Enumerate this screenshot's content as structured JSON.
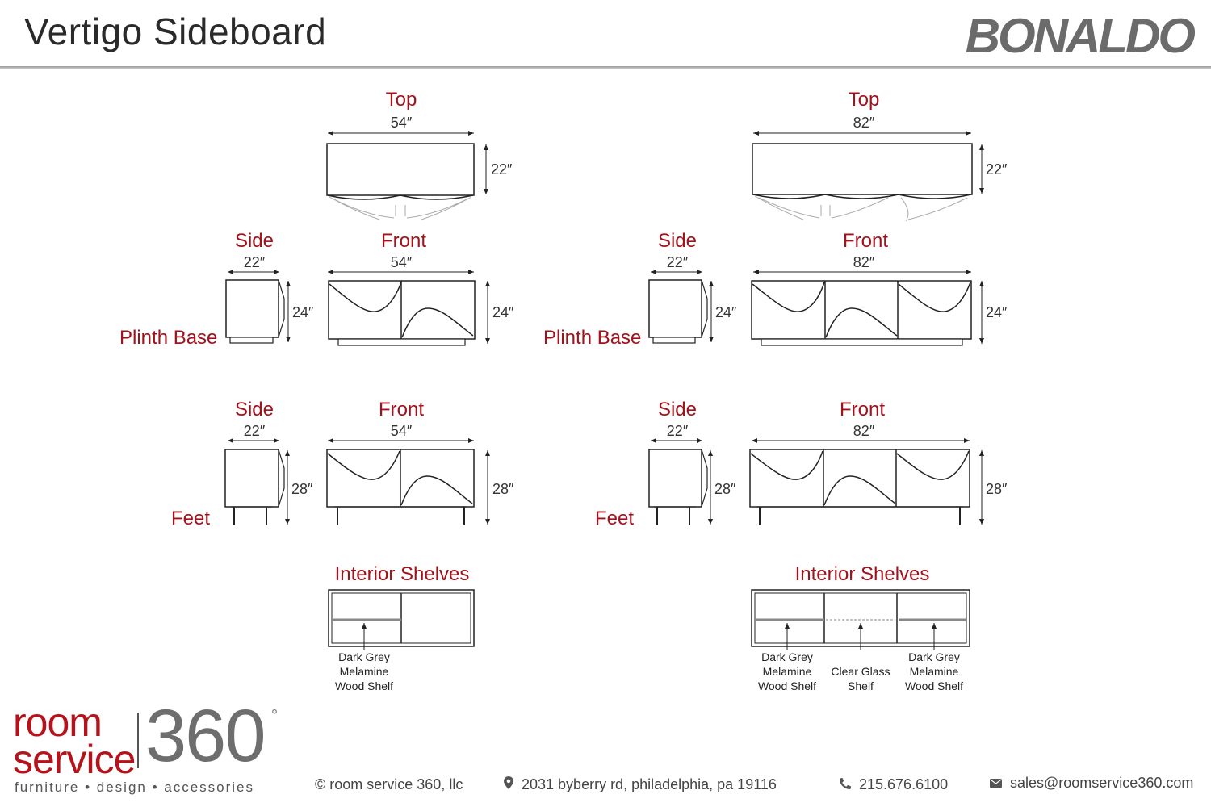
{
  "header": {
    "title": "Vertigo Sideboard",
    "brand": "BONALDO"
  },
  "units": {
    "narrow": {
      "top": {
        "label": "Top",
        "width": "54″",
        "depth": "22″"
      },
      "plinth": {
        "side_label": "Side",
        "side_dim": "22″",
        "side_height": "24″",
        "front_label": "Front",
        "front_dim": "54″",
        "front_height": "24″",
        "base_label": "Plinth Base"
      },
      "feet": {
        "side_label": "Side",
        "side_dim": "22″",
        "side_height": "28″",
        "front_label": "Front",
        "front_dim": "54″",
        "front_height": "28″",
        "base_label": "Feet"
      },
      "interior": {
        "label": "Interior Shelves",
        "notes": [
          [
            "Dark Grey",
            "Melamine",
            "Wood Shelf"
          ]
        ]
      }
    },
    "wide": {
      "top": {
        "label": "Top",
        "width": "82″",
        "depth": "22″"
      },
      "plinth": {
        "side_label": "Side",
        "side_dim": "22″",
        "side_height": "24″",
        "front_label": "Front",
        "front_dim": "82″",
        "front_height": "24″",
        "base_label": "Plinth Base"
      },
      "feet": {
        "side_label": "Side",
        "side_dim": "22″",
        "side_height": "28″",
        "front_label": "Front",
        "front_dim": "82″",
        "front_height": "28″",
        "base_label": "Feet"
      },
      "interior": {
        "label": "Interior Shelves",
        "notes": [
          [
            "Dark Grey",
            "Melamine",
            "Wood Shelf"
          ],
          [
            "Clear Glass",
            "Shelf"
          ],
          [
            "Dark Grey",
            "Melamine",
            "Wood Shelf"
          ]
        ]
      }
    }
  },
  "logo": {
    "room": "room",
    "service": "service",
    "number": "360",
    "degree": "°",
    "tagline": "furniture  •  design  •  accessories"
  },
  "footer": {
    "copyright": "© room service 360, llc",
    "address": "2031 byberry rd, philadelphia, pa 19116",
    "phone": "215.676.6100",
    "email": "sales@roomservice360.com",
    "icons": {
      "address": "map-pin-icon",
      "phone": "phone-icon",
      "email": "envelope-icon"
    }
  },
  "colors": {
    "label_red": "#a1121b",
    "line": "#222222",
    "brand_grey": "#6b6b6b"
  }
}
